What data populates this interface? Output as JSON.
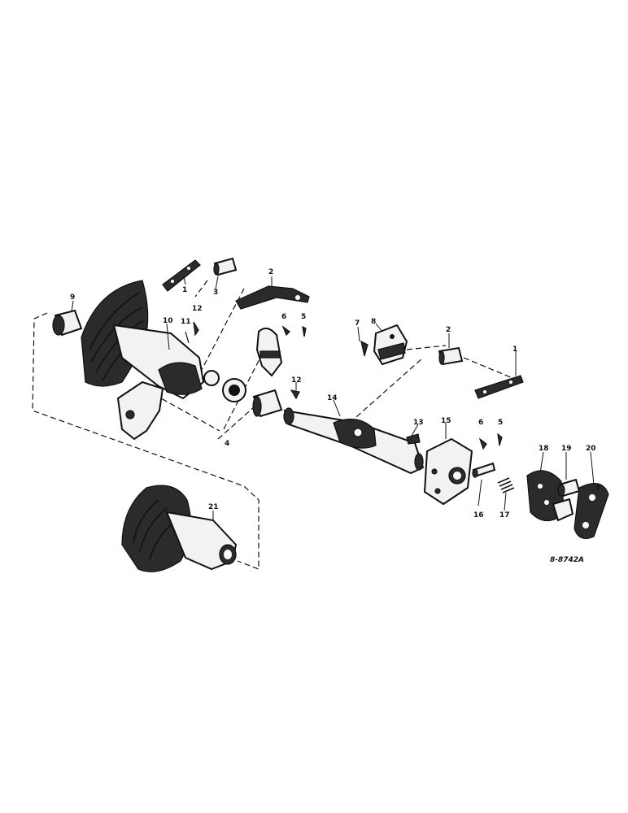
{
  "callouts": {
    "c1a": "1",
    "c2a": "2",
    "c3a": "3",
    "c4": "4",
    "c5a": "5",
    "c6a": "6",
    "c7": "7",
    "c8": "8",
    "c9": "9",
    "c10": "10",
    "c11": "11",
    "c12a": "12",
    "c12b": "12",
    "c13": "13",
    "c14": "14",
    "c15": "15",
    "c16": "16",
    "c17": "17",
    "c18": "18",
    "c19": "19",
    "c20": "20",
    "c21": "21",
    "c2b": "2",
    "c1b": "1",
    "c6b": "6",
    "c5b": "5",
    "c3b": "3"
  },
  "drawing_number": "8-8742A"
}
